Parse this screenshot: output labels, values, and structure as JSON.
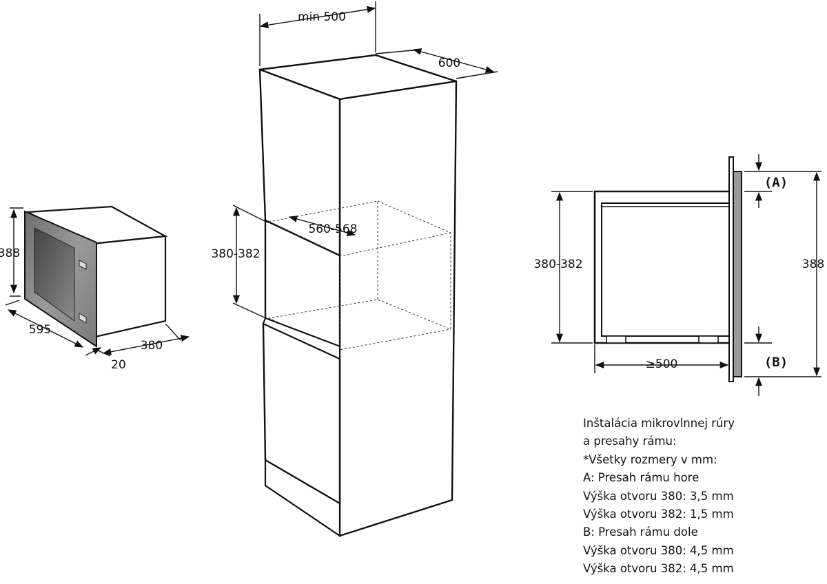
{
  "oven": {
    "height": "388",
    "width": "595",
    "depth": "380",
    "frame": "20"
  },
  "cabinet": {
    "min_depth": "min 500",
    "depth": "600",
    "niche_width": "560-568",
    "niche_height": "380-382"
  },
  "section": {
    "label_a": "(A)",
    "label_b": "(B)",
    "opening_height": "380-382",
    "frame_height": "388",
    "depth": "≥500"
  },
  "notes": [
    "Inštalácia mikrovlnnej rúry",
    "a presahy rámu:",
    "*Všetky rozmery v mm:",
    "A: Presah rámu hore",
    "Výška otvoru 380: 3,5 mm",
    "Výška otvoru 382: 1,5 mm",
    "B: Presah rámu dole",
    "Výška otvoru 380: 4,5 mm",
    "Výška otvoru 382: 4,5 mm"
  ]
}
